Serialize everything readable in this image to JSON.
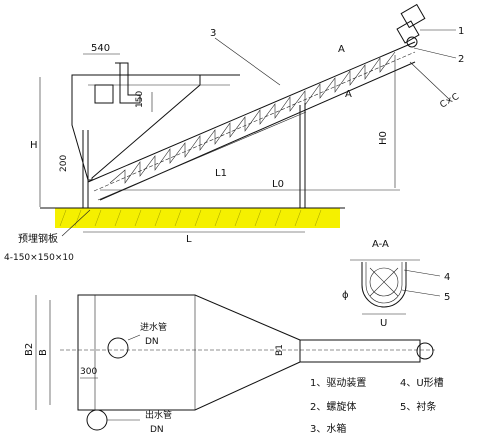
{
  "side_view": {
    "dim_540": "540",
    "dim_150": "150",
    "dim_200": "200",
    "dim_H": "H",
    "dim_H0": "H0",
    "dim_L1": "L1",
    "dim_L0": "L0",
    "dim_L": "L",
    "dim_CxC": "C×C",
    "section_mark_top": "A",
    "section_mark_bottom": "A",
    "callout_1": "1",
    "callout_2": "2",
    "callout_3": "3",
    "embedded_plate_label": "预埋钢板",
    "embedded_plate_spec": "4-150×150×10",
    "ground_color": "#f5f000"
  },
  "section_view": {
    "title": "A-A",
    "dim_phi": "ϕ",
    "dim_U": "U",
    "callout_4": "4",
    "callout_5": "5"
  },
  "plan_view": {
    "inlet_label": "进水管",
    "inlet_dn": "DN",
    "outlet_label": "出水管",
    "outlet_dn": "DN",
    "dim_300": "300",
    "dim_B2": "B2",
    "dim_B": "B",
    "dim_B1": "B1"
  },
  "legend": {
    "items": [
      "1、驱动装置",
      "2、螺旋体",
      "3、水箱",
      "4、U形槽",
      "5、衬条"
    ]
  }
}
